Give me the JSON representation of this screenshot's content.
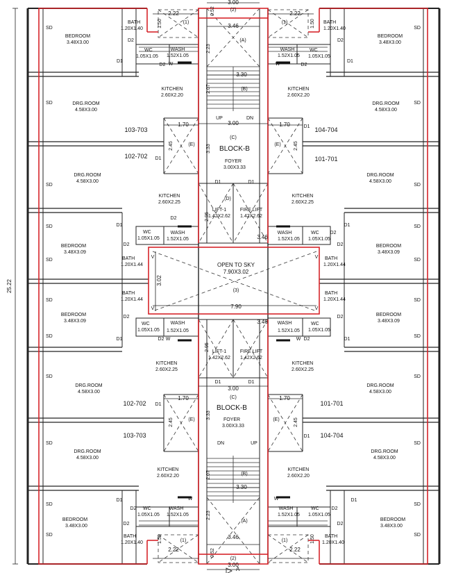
{
  "dims": {
    "overall_height": "25.22",
    "top_width": "3.00",
    "bottom_width": "3.00",
    "open_to_sky_width": "7.90",
    "open_to_sky_height": "3.02",
    "stair_width": "3.46",
    "landing": "3.30",
    "corridor": "2.22",
    "small_150": "1.50",
    "lift_span": "2.95",
    "foyer_span": "3.33",
    "e_width": "1.70",
    "e_height": "2.45",
    "stair_depth": "2.07",
    "stair_depth2": "2.23",
    "top_small": "0.52"
  },
  "markers": {
    "c1": "(1)",
    "c2": "(2)",
    "c3": "(3)",
    "ca": "(A)",
    "cb": "(B)",
    "cc": "(C)",
    "cd": "(D)",
    "ce": "(E)",
    "section": "A",
    "up": "UP",
    "dn": "DN"
  },
  "doors": {
    "sd": "SD",
    "d1": "D1",
    "d2": "D2",
    "v": "V",
    "w": "W"
  },
  "block_b": {
    "block_label": "BLOCK-B",
    "foyer_name": "FOYER",
    "foyer_dim": "3.00X3.33",
    "lift_name": "LIFT-1",
    "lift_dim": "1.42X2.62",
    "fire_lift_name": "FIRE LIFT",
    "fire_lift_dim": "1.42X2.62"
  },
  "open_to_sky": {
    "name": "OPEN TO SKY",
    "dim": "7.90X3.02"
  },
  "rooms": {
    "bedroom_name": "BEDROOM",
    "bedroom_dim_a": "3.48X3.00",
    "bedroom_dim_b": "3.48X3.09",
    "bath_name": "BATH",
    "bath_dim_a": "1.20X1.40",
    "bath_dim_b": "1.20X1.44",
    "wc_name": "WC",
    "wc_dim": "1.05X1.05",
    "wash_name": "WASH",
    "wash_dim": "1.52X1.05",
    "kitchen_name": "KITCHEN",
    "kitchen_dim_a": "2.60X2.20",
    "kitchen_dim_b": "2.60X2.25",
    "drg_name": "DRG.ROOM",
    "drg_dim": "4.58X3.00"
  },
  "units": {
    "u103_703": "103-703",
    "u104_704": "104-704",
    "u102_702": "102-702",
    "u101_701": "101-701"
  }
}
